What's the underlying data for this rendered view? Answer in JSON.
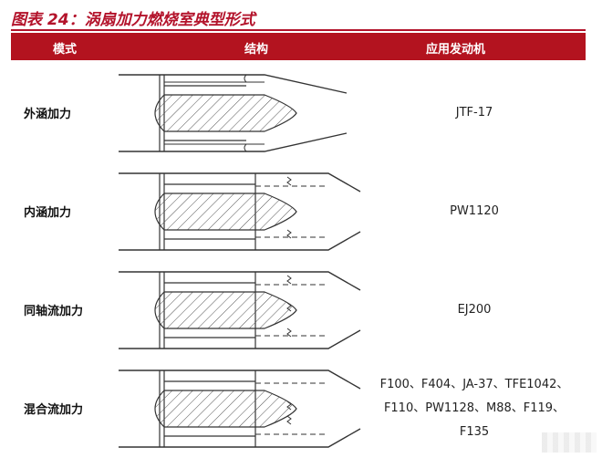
{
  "figure": {
    "title": "图表 24：涡扇加力燃烧室典型形式"
  },
  "table": {
    "columns": [
      "模式",
      "结构",
      "应用发动机"
    ],
    "rows": [
      {
        "mode": "外涵加力",
        "engines": "JTF-17",
        "diagram": "bypass-afterburner-diagram"
      },
      {
        "mode": "内涵加力",
        "engines": "PW1120",
        "diagram": "core-afterburner-diagram"
      },
      {
        "mode": "同轴流加力",
        "engines": "EJ200",
        "diagram": "coaxial-afterburner-diagram"
      },
      {
        "mode": "混合流加力",
        "engines": "F100、F404、JA-37、TFE1042、F110、PW1128、M88、F119、F135",
        "diagram": "mixed-flow-afterburner-diagram"
      }
    ]
  },
  "colors": {
    "accent": "#b3131f",
    "line": "#333333",
    "hatch": "#555555"
  }
}
